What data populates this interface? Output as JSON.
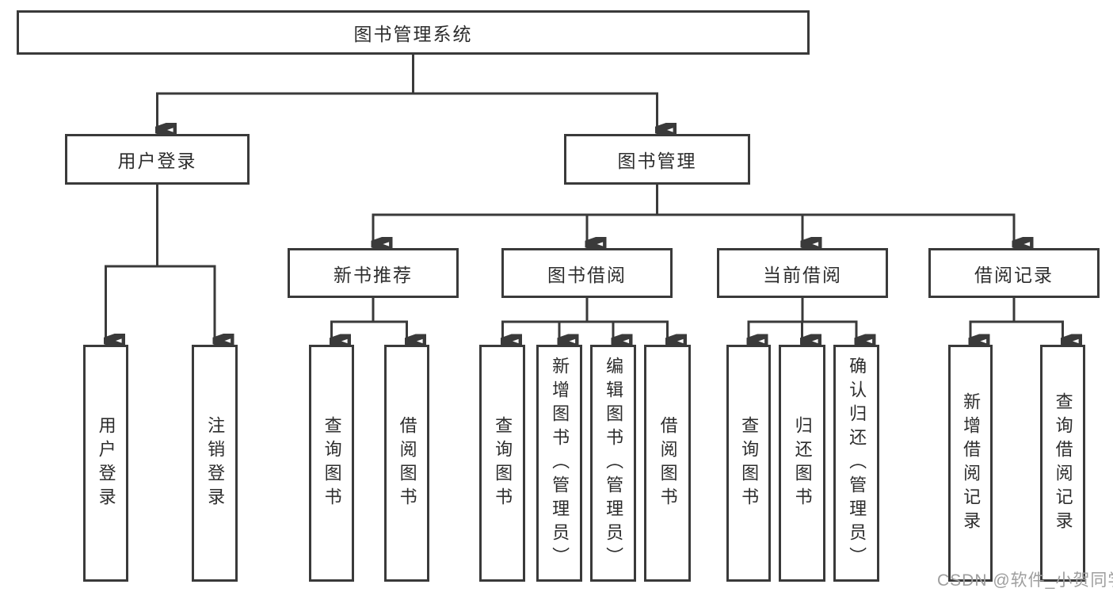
{
  "colors": {
    "line": "#3a3a3a",
    "box_border": "#3a3a3a",
    "text": "#2d2d2d",
    "watermark": "#9e9e9e",
    "background": "#ffffff"
  },
  "watermark": "CSDN @软件_小贺同学",
  "tree": {
    "root": "图书管理系统",
    "branches": [
      {
        "label": "用户登录",
        "leaves": [
          "用户登录",
          "注销登录"
        ]
      },
      {
        "label": "图书管理",
        "groups": [
          {
            "label": "新书推荐",
            "leaves": [
              "查询图书",
              "借阅图书"
            ]
          },
          {
            "label": "图书借阅",
            "leaves": [
              "查询图书",
              "新增图书（管理员）",
              "编辑图书（管理员）",
              "借阅图书"
            ]
          },
          {
            "label": "当前借阅",
            "leaves": [
              "查询图书",
              "归还图书",
              "确认归还（管理员）"
            ]
          },
          {
            "label": "借阅记录",
            "leaves": [
              "新增借阅记录",
              "查询借阅记录"
            ]
          }
        ]
      }
    ]
  }
}
